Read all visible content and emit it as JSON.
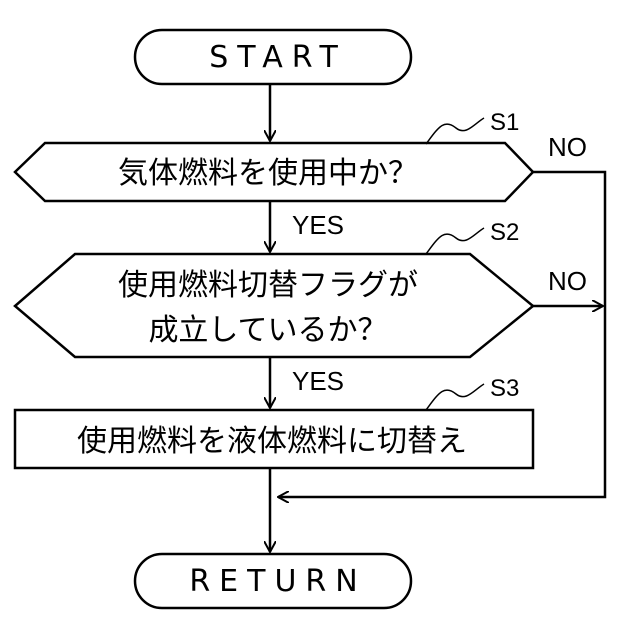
{
  "flowchart": {
    "start": "START",
    "end": "RETURN",
    "steps": [
      {
        "id": "S1",
        "type": "decision",
        "lines": [
          "気体燃料を使用中か？"
        ],
        "yes": "YES",
        "no": "NO"
      },
      {
        "id": "S2",
        "type": "decision",
        "lines": [
          "使用燃料切替フラグが",
          "成立しているか？"
        ],
        "yes": "YES",
        "no": "NO"
      },
      {
        "id": "S3",
        "type": "process",
        "lines": [
          "使用燃料を液体燃料に切替え"
        ]
      }
    ]
  }
}
